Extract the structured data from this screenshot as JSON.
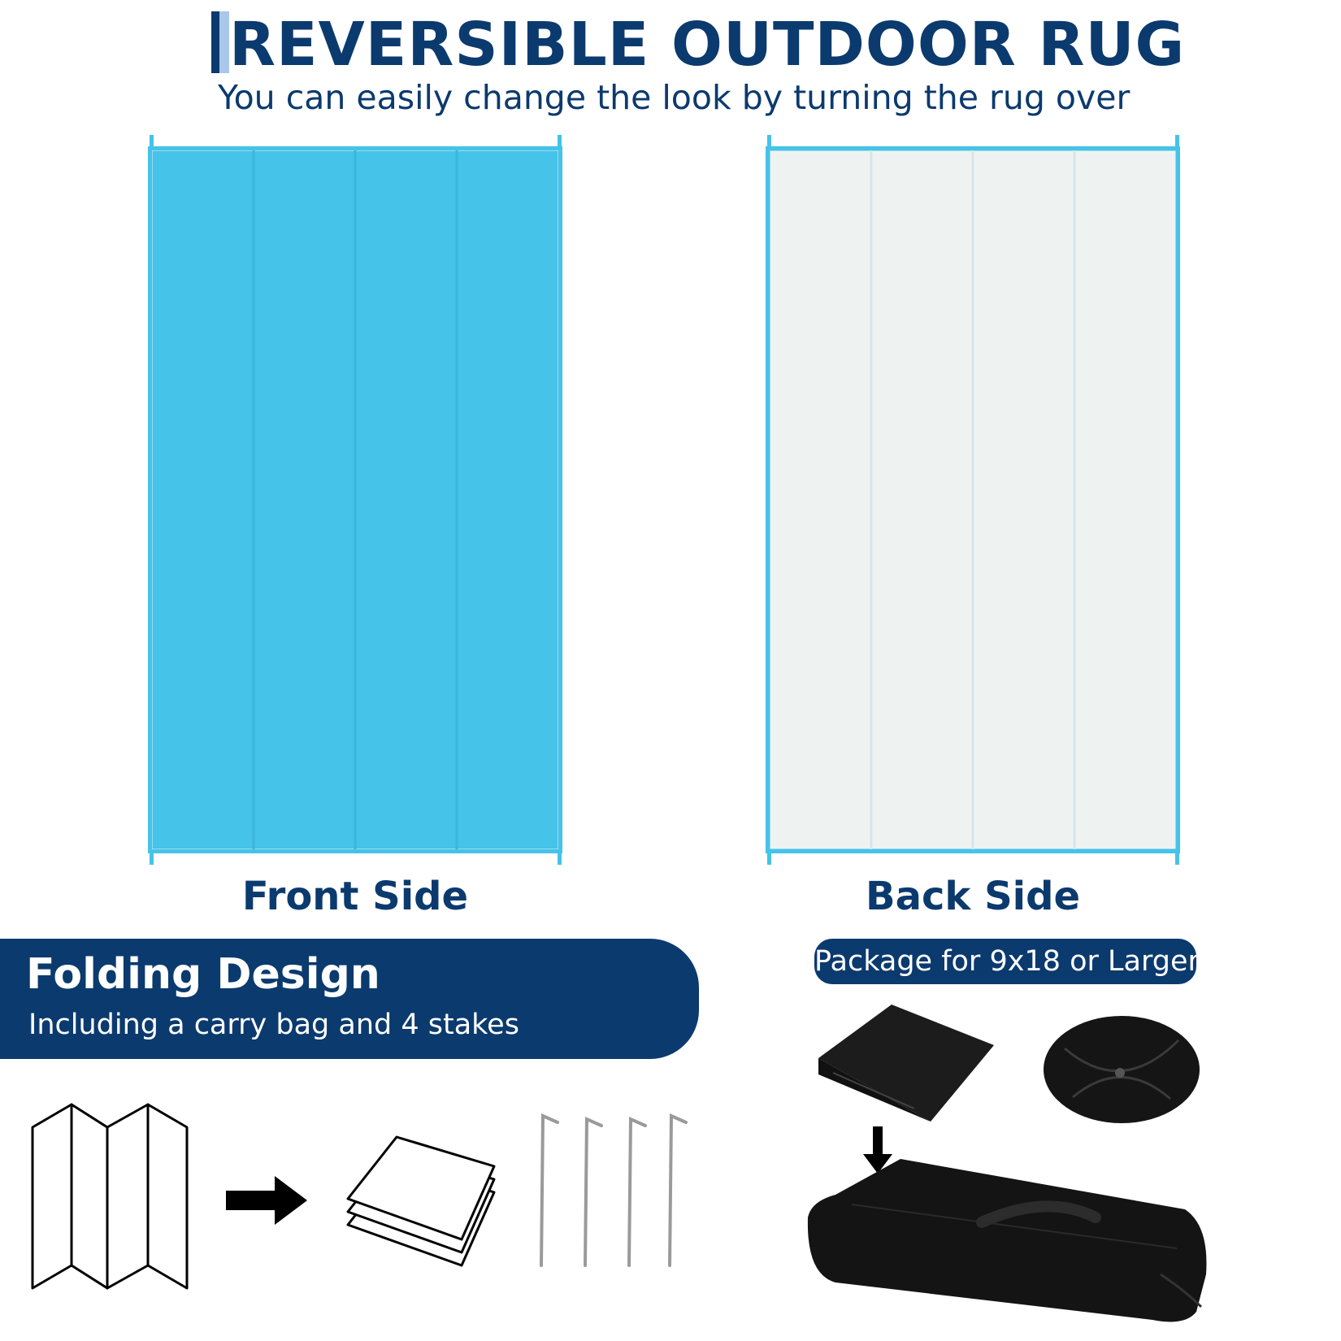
{
  "header": {
    "title": "REVERSIBLE OUTDOOR RUG",
    "subtitle": "You can easily change the look by turning the rug over"
  },
  "rugs": {
    "front_label": "Front Side",
    "back_label": "Back Side"
  },
  "folding": {
    "title": "Folding Design",
    "subtitle": "Including a carry bag and 4 stakes"
  },
  "package": {
    "label": "Package for 9x18 or Larger"
  },
  "colors": {
    "navy": "#0b3a6e",
    "aqua": "#45c3e8",
    "cream": "#eef3f2"
  }
}
